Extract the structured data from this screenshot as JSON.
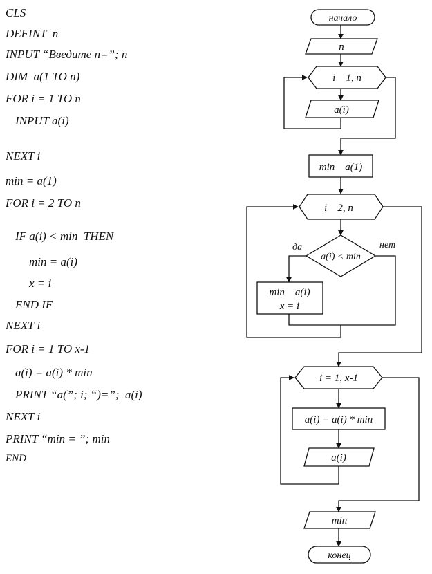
{
  "code_lines": [
    {
      "text": "CLS",
      "indent": 0
    },
    {
      "text": "DEFINT  n",
      "indent": 0
    },
    {
      "text": "INPUT “Введите n=”; n",
      "indent": 0
    },
    {
      "text": "DIM  a(1 TO n)",
      "indent": 0
    },
    {
      "text": "FOR i = 1 TO n",
      "indent": 0
    },
    {
      "text": "INPUT a(i)",
      "indent": 1
    },
    {
      "text": "NEXT i",
      "indent": 0
    },
    {
      "text": "min = a(1)",
      "indent": 0
    },
    {
      "text": "FOR i = 2 TO n",
      "indent": 0
    },
    {
      "text": "IF a(i) < min  THEN",
      "indent": 1
    },
    {
      "text": "min = a(i)",
      "indent": 2
    },
    {
      "text": "x = i",
      "indent": 2
    },
    {
      "text": "END IF",
      "indent": 1
    },
    {
      "text": "NEXT i",
      "indent": 0
    },
    {
      "text": "FOR i = 1 TO x-1",
      "indent": 0
    },
    {
      "text": "a(i) = a(i) * min",
      "indent": 1
    },
    {
      "text": "PRINT “a(”; i; “)=”;  a(i)",
      "indent": 1
    },
    {
      "text": "NEXT i",
      "indent": 0
    },
    {
      "text": "PRINT “min = ”; min",
      "indent": 0
    },
    {
      "text": "END",
      "indent": 0
    }
  ],
  "flowchart": {
    "start": "начало",
    "input_n": "n",
    "loop1": "i    1, n",
    "input_ai": "a(i)",
    "assign_min": "min    a(1)",
    "loop2": "i    2, n",
    "condition": "a(i) < min",
    "yes_label": "да",
    "no_label": "нет",
    "assign_block_line1": "min    a(i)",
    "assign_block_line2": "x = i",
    "loop3": "i = 1, x-1",
    "multiply": "a(i) = a(i) * min",
    "output_ai": "a(i)",
    "output_min": "min",
    "end": "конец"
  }
}
